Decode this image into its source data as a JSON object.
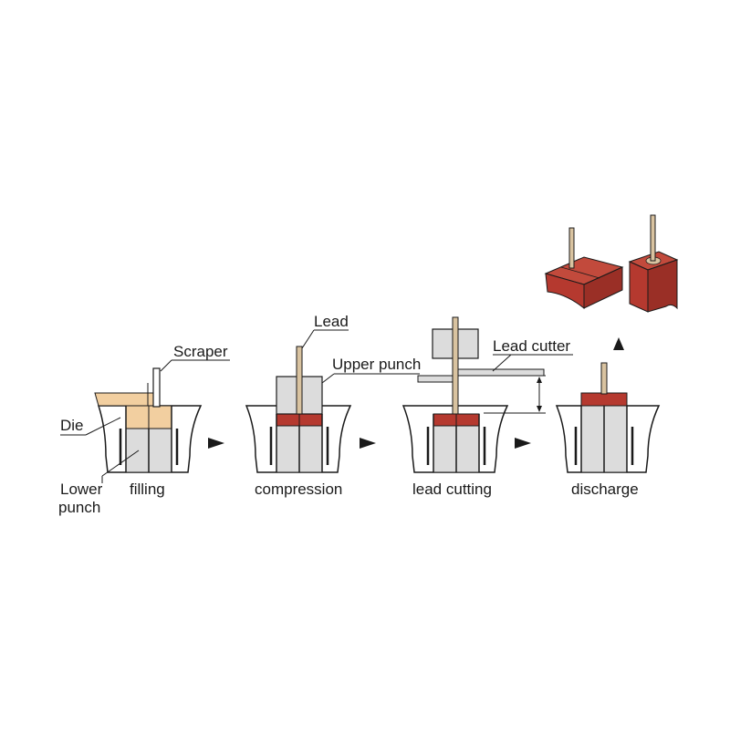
{
  "labels": {
    "scraper": "Scraper",
    "die": "Die",
    "lower_punch_line1": "Lower",
    "lower_punch_line2": "punch",
    "lead": "Lead",
    "upper_punch": "Upper punch",
    "lead_cutter": "Lead cutter"
  },
  "steps": {
    "filling": "filling",
    "compression": "compression",
    "lead_cutting": "lead cutting",
    "discharge": "discharge"
  },
  "colors": {
    "powder": "#f2cfa0",
    "compact": "#b5392f",
    "compact_dark": "#8f2a22",
    "punch": "#dcdcdc",
    "lead": "#d9c3a0",
    "outline": "#1a1a1a"
  }
}
